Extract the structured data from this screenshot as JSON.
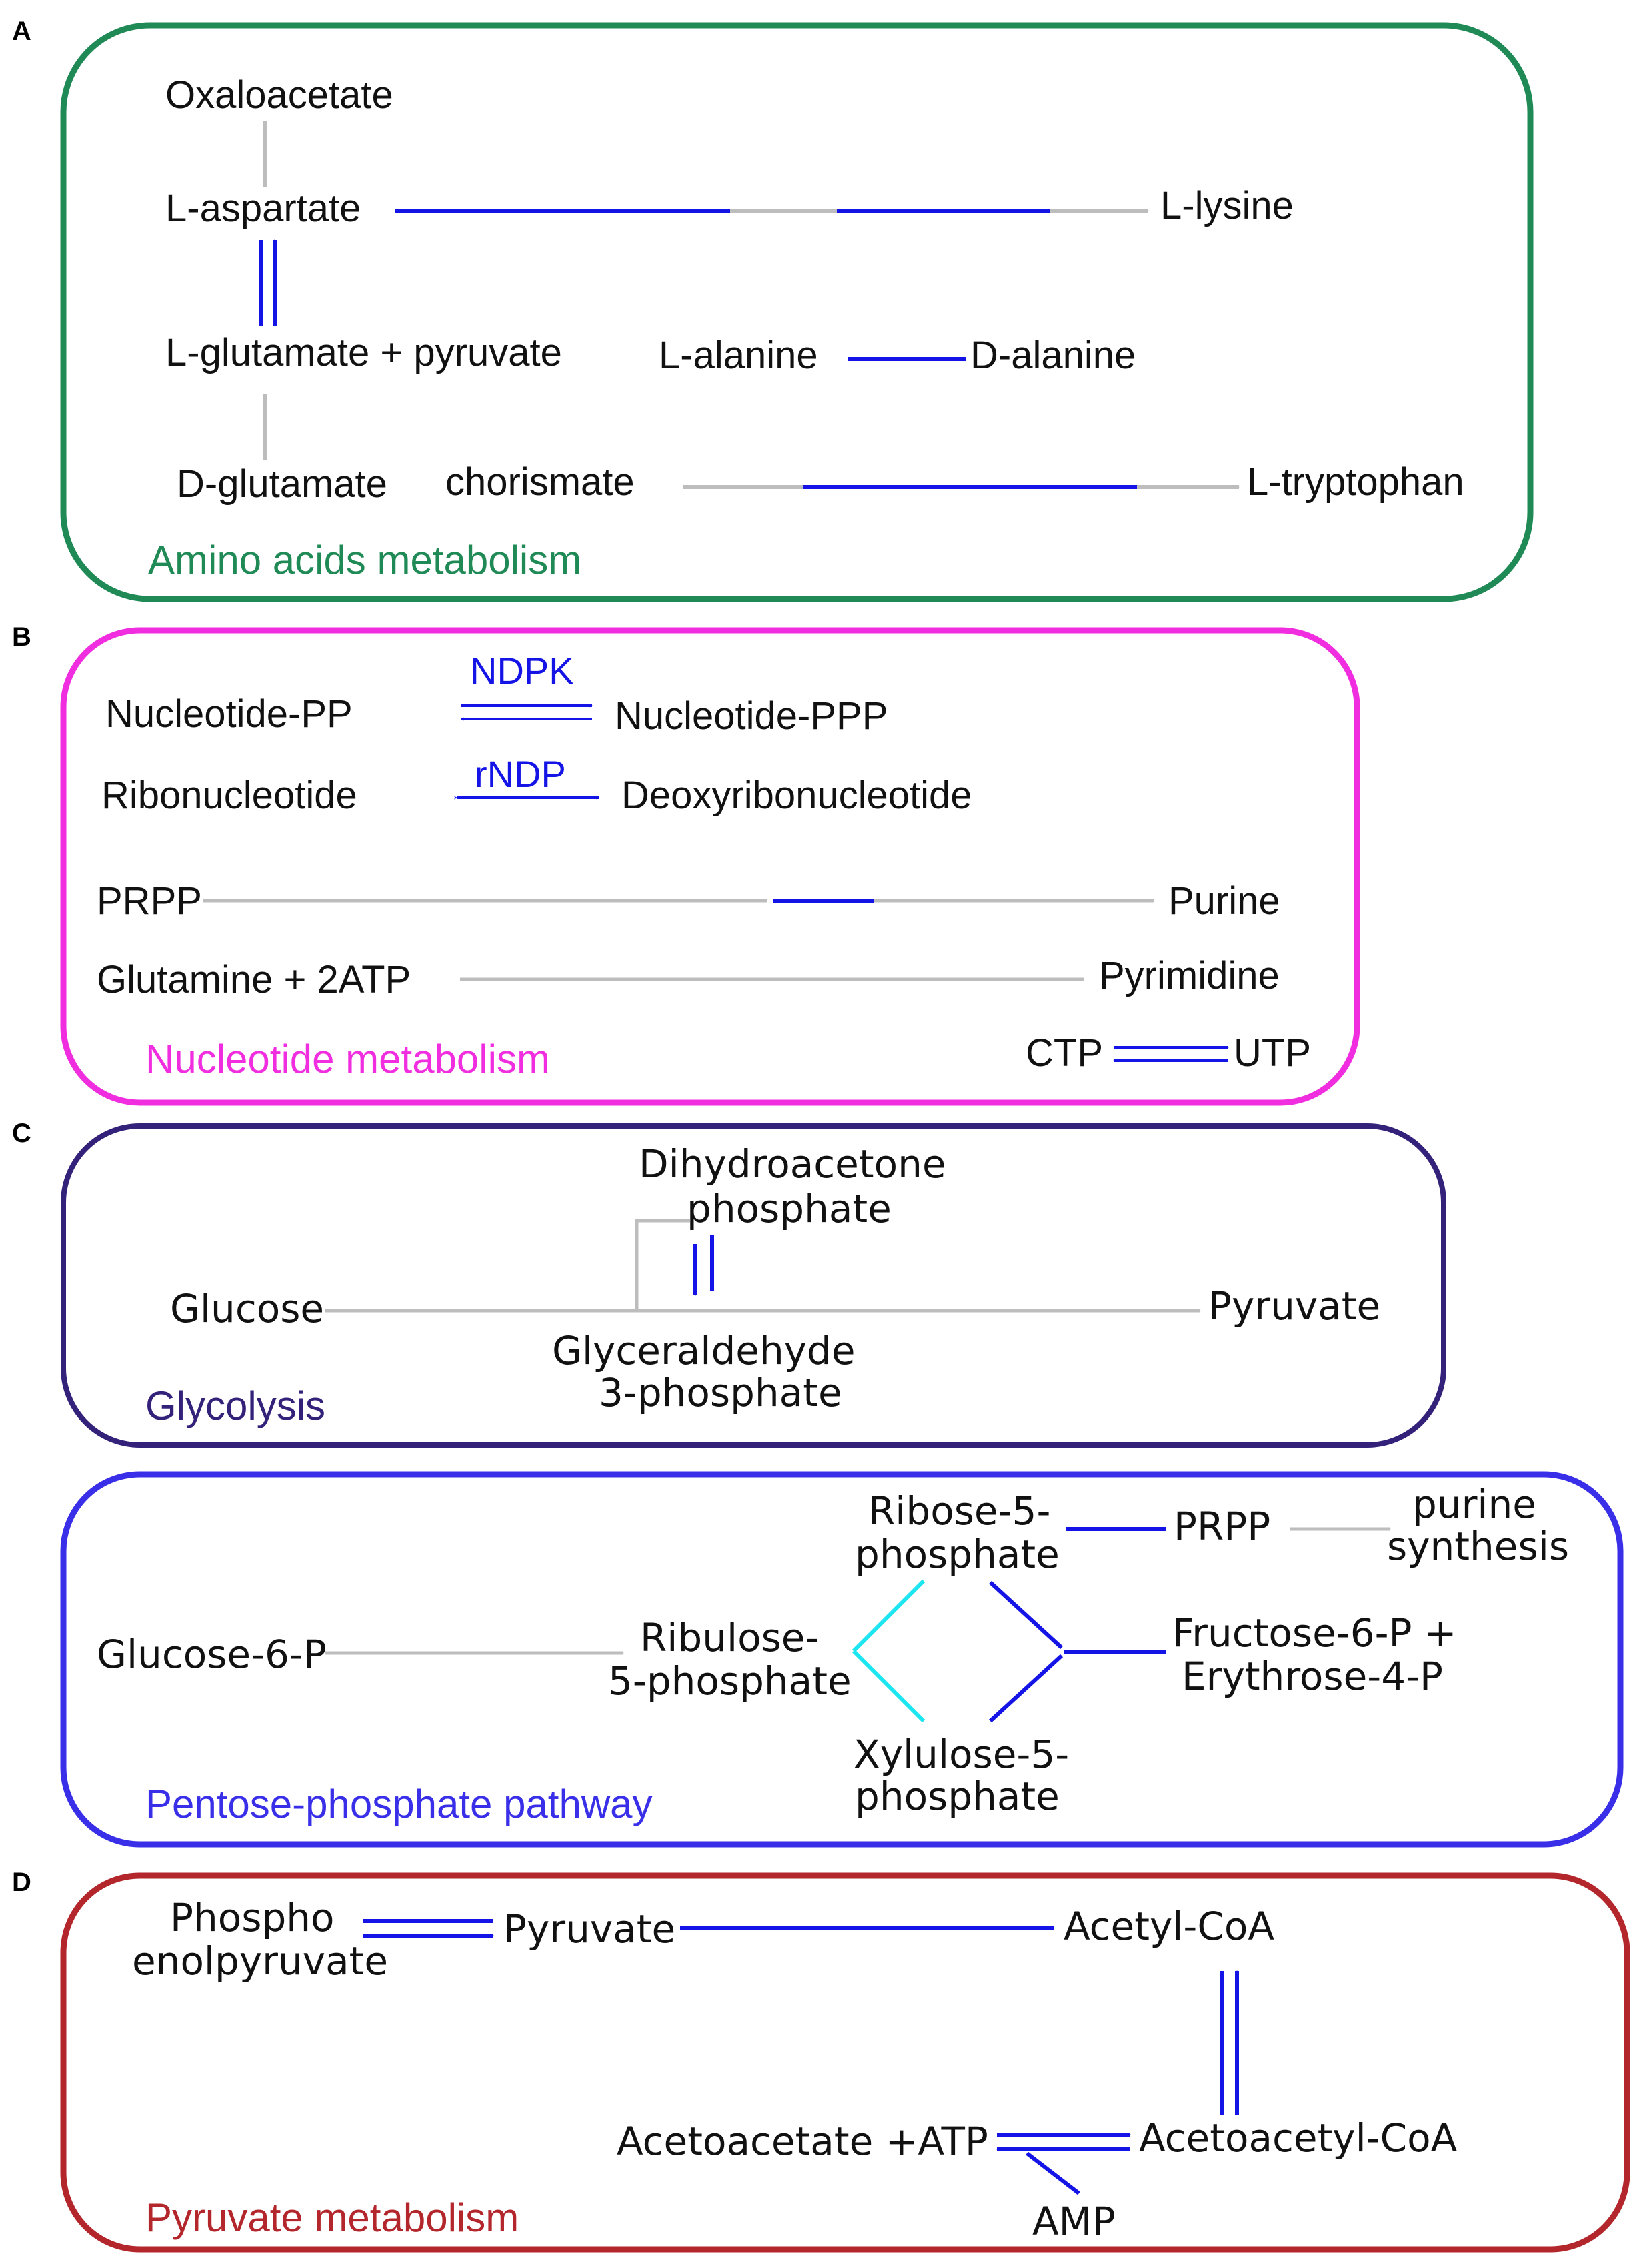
{
  "colors": {
    "blue": "#1414e6",
    "gray": "#bdbdbd",
    "cyan": "#1ee6f0",
    "panel_a": "#1f8a55",
    "panel_b": "#f02ee0",
    "panel_c_glycolysis": "#34217a",
    "panel_c_pentose": "#3a2fe8",
    "panel_d": "#b3262b"
  },
  "panels": {
    "a": {
      "letter": "A",
      "title": "Amino acids metabolism",
      "labels": {
        "oxaloacetate": "Oxaloacetate",
        "l_aspartate": "L-aspartate",
        "l_lysine": "L-lysine",
        "l_glutamate_pyruvate": "L-glutamate + pyruvate",
        "l_alanine": "L-alanine",
        "d_alanine": "D-alanine",
        "d_glutamate": "D-glutamate",
        "chorismate": "chorismate",
        "l_tryptophan": "L-tryptophan"
      }
    },
    "b": {
      "letter": "B",
      "title": "Nucleotide metabolism",
      "labels": {
        "ndpk": "NDPK",
        "nucleotide_pp": "Nucleotide-PP",
        "nucleotide_ppp": "Nucleotide-PPP",
        "rndp": "rNDP",
        "ribonucleotide": "Ribonucleotide",
        "deoxyribonucleotide": "Deoxyribonucleotide",
        "prpp": "PRPP",
        "purine": "Purine",
        "glutamine_2atp": "Glutamine + 2ATP",
        "pyrimidine": "Pyrimidine",
        "ctp": "CTP",
        "utp": "UTP"
      }
    },
    "c": {
      "letter": "C",
      "glycolysis_title": "Glycolysis",
      "pentose_title": "Pentose-phosphate  pathway",
      "labels": {
        "dhap_1": "Dihydroacetone",
        "dhap_2": "phosphate",
        "glucose": "Glucose",
        "pyruvate": "Pyruvate",
        "g3p_1": "Glyceraldehyde",
        "g3p_2": "3-phosphate",
        "ribose5p_1": "Ribose-5-",
        "ribose5p_2": "phosphate",
        "prpp": "PRPP",
        "purine_synth_1": "purine",
        "purine_synth_2": "synthesis",
        "glucose6p": "Glucose-6-P",
        "ribulose5p_1": "Ribulose-",
        "ribulose5p_2": "5-phosphate",
        "f6p_e4p_1": "Fructose-6-P +",
        "f6p_e4p_2": "Erythrose-4-P",
        "xylulose5p_1": "Xylulose-5-",
        "xylulose5p_2": "phosphate"
      }
    },
    "d": {
      "letter": "D",
      "title": "Pyruvate  metabolism",
      "labels": {
        "pep_1": "Phospho",
        "pep_2": "enolpyruvate",
        "pyruvate": "Pyruvate",
        "acetyl_coa": "Acetyl-CoA",
        "acetoacetate_atp": "Acetoacetate +ATP",
        "acetoacetyl_coa": "Acetoacetyl-CoA",
        "amp": "AMP"
      }
    }
  }
}
